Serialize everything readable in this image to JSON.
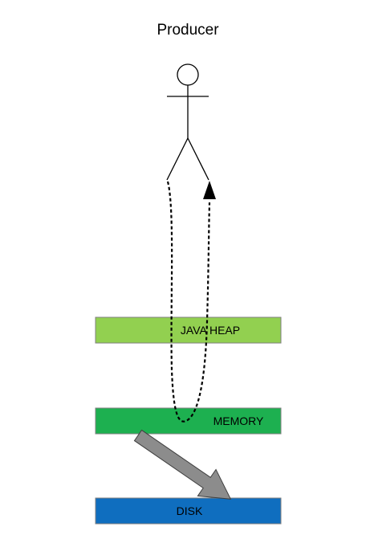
{
  "actor": {
    "label": "Producer"
  },
  "layers": [
    {
      "key": "java_heap",
      "label": "JAVA HEAP",
      "color": "#92d050"
    },
    {
      "key": "memory",
      "label": "MEMORY",
      "color": "#1db050"
    },
    {
      "key": "disk",
      "label": "DISK",
      "color": "#0f6ebf"
    }
  ],
  "colors": {
    "stroke": "#000000",
    "layer_border": "#7f7f7f",
    "flush_arrow": "#8c8c8c"
  }
}
